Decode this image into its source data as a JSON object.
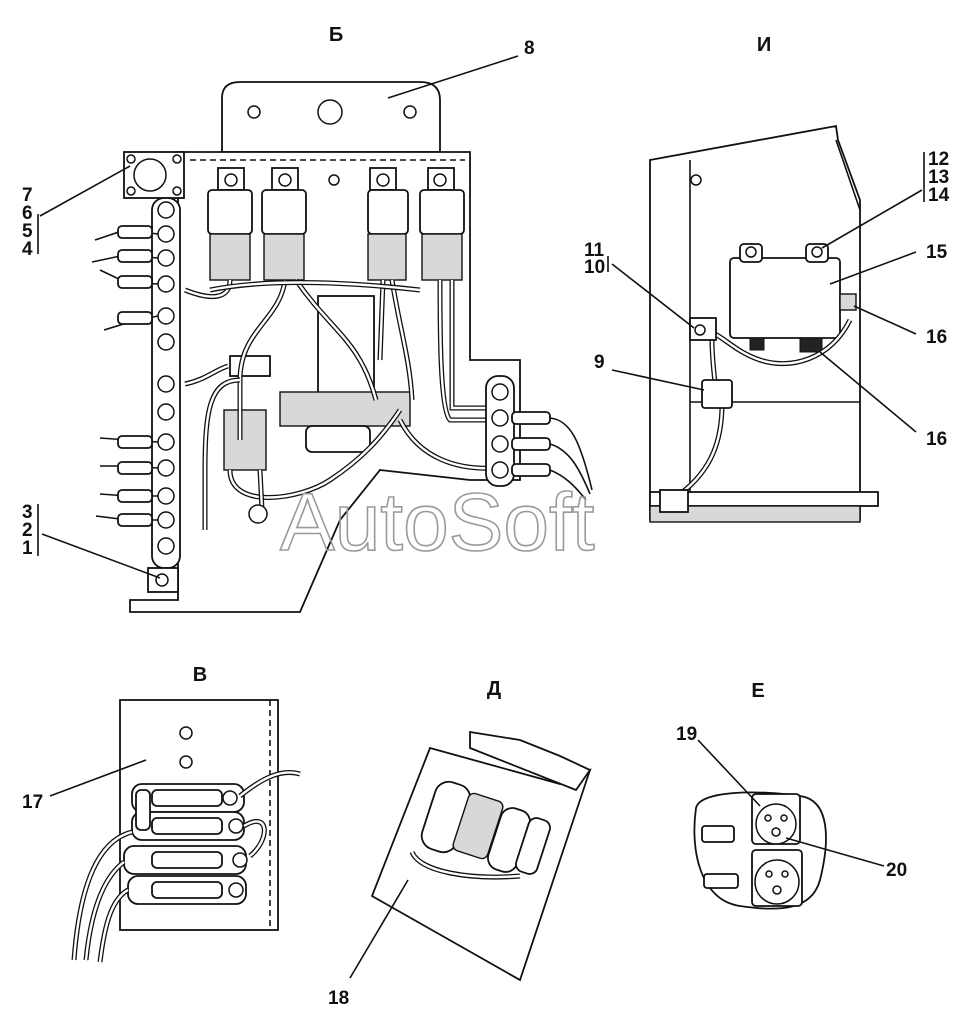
{
  "views": {
    "b": "Б",
    "i": "И",
    "v": "В",
    "d": "Д",
    "e": "Е"
  },
  "callouts": {
    "c1": "1",
    "c2": "2",
    "c3": "3",
    "c4": "4",
    "c5": "5",
    "c6": "6",
    "c7": "7",
    "c8": "8",
    "c9": "9",
    "c10": "10",
    "c11": "11",
    "c12": "12",
    "c13": "13",
    "c14": "14",
    "c15": "15",
    "c16a": "16",
    "c16b": "16",
    "c17": "17",
    "c18": "18",
    "c19": "19",
    "c20": "20"
  },
  "watermark": "AutoSoft"
}
